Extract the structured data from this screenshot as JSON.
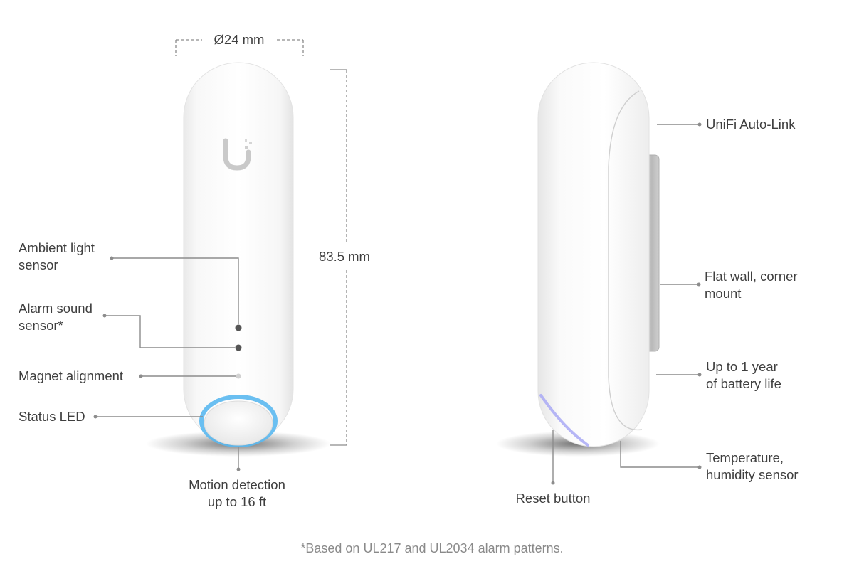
{
  "front_view": {
    "diameter_label": "Ø24 mm",
    "height_label": "83.5 mm",
    "callouts": {
      "ambient_light": [
        "Ambient light",
        "sensor"
      ],
      "alarm_sound": [
        "Alarm sound",
        "sensor*"
      ],
      "magnet_alignment": "Magnet alignment",
      "status_led": "Status LED",
      "motion_detection": [
        "Motion detection",
        "up to 16 ft"
      ]
    }
  },
  "side_view": {
    "callouts": {
      "auto_link": "UniFi Auto-Link",
      "mount": [
        "Flat wall, corner",
        "mount"
      ],
      "battery": [
        "Up to 1 year",
        "of battery life"
      ],
      "temperature": [
        "Temperature,",
        "humidity sensor"
      ],
      "reset": "Reset button"
    }
  },
  "footnote": "*Based on UL217 and UL2034 alarm patterns.",
  "colors": {
    "led_ring": "#5ab8f0",
    "leader_line": "#8c8c8c",
    "device_body": "#fafafa",
    "mount_plate": "#bdbdbd"
  }
}
